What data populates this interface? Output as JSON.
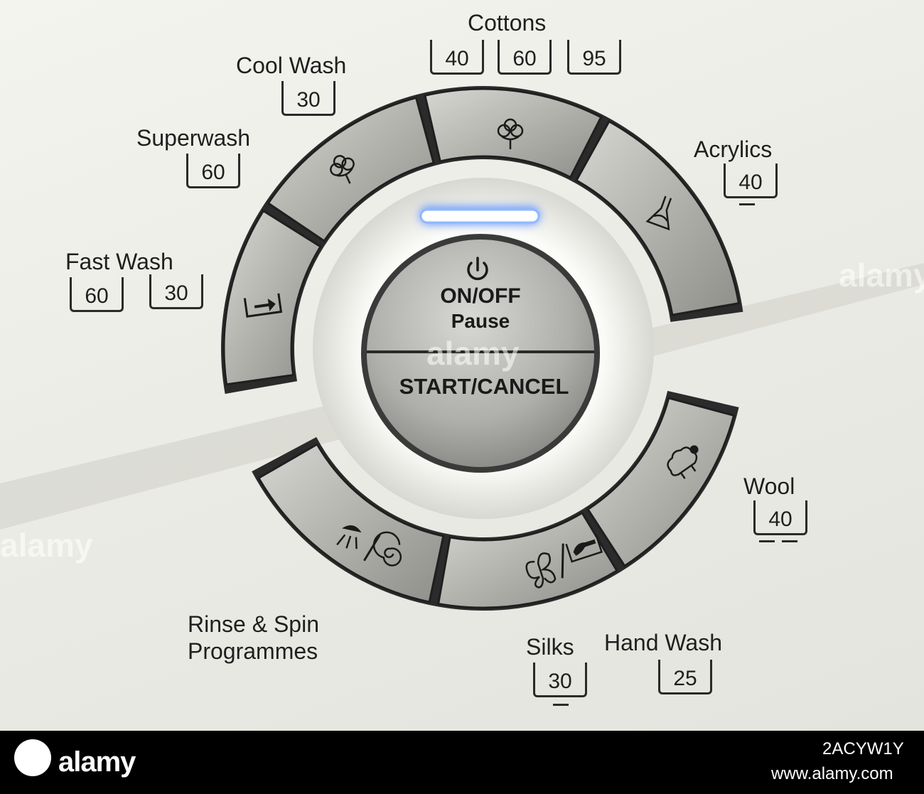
{
  "programmes": {
    "cottons": {
      "label": "Cottons",
      "temps": [
        "40",
        "60",
        "95"
      ]
    },
    "cool_wash": {
      "label": "Cool Wash",
      "temp": "30"
    },
    "superwash": {
      "label": "Superwash",
      "temp": "60"
    },
    "acrylics": {
      "label": "Acrylics",
      "temp": "40"
    },
    "fast_wash": {
      "label": "Fast Wash",
      "temps": [
        "60",
        "30"
      ]
    },
    "wool": {
      "label": "Wool",
      "temp": "40"
    },
    "rinse_spin": {
      "label_line1": "Rinse & Spin",
      "label_line2": "Programmes"
    },
    "silks": {
      "label": "Silks",
      "temp": "30"
    },
    "hand_wash": {
      "label": "Hand Wash",
      "temp": "25"
    }
  },
  "center": {
    "onoff_label": "ON/OFF",
    "pause_label": "Pause",
    "start_cancel_label": "START/CANCEL"
  },
  "icons": {
    "fast_wash_button": "arrow-in-tub-icon",
    "superwash_button": "cotton-flower-icon",
    "cottons_button": "cotton-flower-icon",
    "acrylics_button": "synthetic-flask-icon",
    "wool_button": "sheep-icon",
    "silks_hand_wash_button": "butterfly-hand-icon",
    "rinse_spin_button": "shower-spiral-icon",
    "onoff_button": "power-icon"
  },
  "colors": {
    "indicator": "#8fb8ff",
    "button_silver": "#b8b8b4",
    "panel": "#efefe9",
    "text": "#1f1f1f"
  },
  "watermark": {
    "brand": "alamy",
    "image_id": "2ACYW1Y",
    "url": "www.alamy.com"
  }
}
